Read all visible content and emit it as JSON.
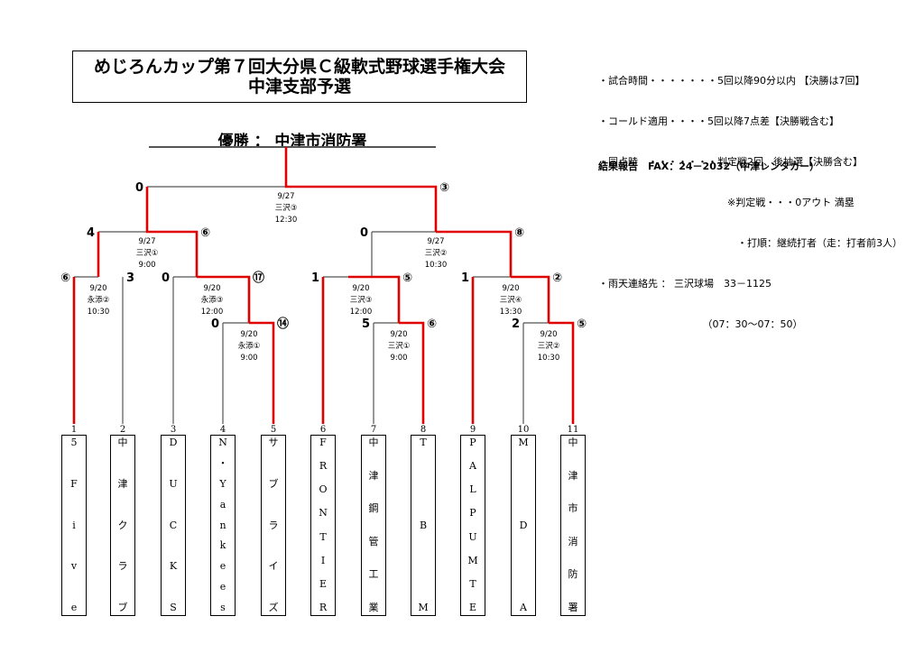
{
  "title": {
    "line1": "めじろんカップ第７回大分県Ｃ級軟式野球選手権大会",
    "line2": "中津支部予選"
  },
  "winner_text": "優勝 ： 中津市消防署",
  "rules": [
    "・試合時間・・・・・・・5回以降90分以内 【決勝は7回】",
    "・コールド適用・・・・5回以降7点差【決勝戦含む】",
    "・同点時　・・・・・・・判定戦2回、後抽選【決勝含む】",
    "　　　　　　　　　　　　　※判定戦・・・0アウト 満塁",
    "　　　　　　　　　　　　　　・打順：継続打者（走：打者前3人）",
    "・雨天連絡先 ： 三沢球場　33－1125",
    "　　　　　　　　　　　（07：30～07：50）"
  ],
  "result_report": "結果報告　FAX：24－2032（中津レンタカー）",
  "slots": [
    "1",
    "2",
    "3",
    "4",
    "5",
    "6",
    "7",
    "8",
    "9",
    "10",
    "11"
  ],
  "teams": [
    [
      "5",
      "F",
      "i",
      "v",
      "e"
    ],
    [
      "中",
      "津",
      "ク",
      "ラ",
      "ブ"
    ],
    [
      "D",
      "U",
      "C",
      "K",
      "S"
    ],
    [
      "N",
      "・",
      "Y",
      "a",
      "n",
      "k",
      "e",
      "e",
      "s"
    ],
    [
      "サ",
      "ブ",
      "ラ",
      "イ",
      "ズ"
    ],
    [
      "F",
      "R",
      "O",
      "N",
      "T",
      "I",
      "E",
      "R"
    ],
    [
      "中",
      "津",
      "鋼",
      "管",
      "工",
      "業"
    ],
    [
      "T",
      "B",
      "M"
    ],
    [
      "P",
      "A",
      "L",
      "P",
      "U",
      "M",
      "T",
      "E"
    ],
    [
      "M",
      "D",
      "A"
    ],
    [
      "中",
      "津",
      "市",
      "消",
      "防",
      "署"
    ]
  ],
  "matches": [
    {
      "id": "r1a",
      "date": "9/20",
      "venue": "永添①",
      "time": "9:00",
      "left_score": "0",
      "right_score": "⑭"
    },
    {
      "id": "r1b",
      "date": "9/20",
      "venue": "三沢①",
      "time": "9:00",
      "left_score": "5",
      "right_score": "⑥"
    },
    {
      "id": "r1c",
      "date": "9/20",
      "venue": "三沢②",
      "time": "10:30",
      "left_score": "2",
      "right_score": "⑤"
    },
    {
      "id": "r2a",
      "date": "9/20",
      "venue": "永添②",
      "time": "10:30",
      "left_score": "⑥",
      "right_score": "3"
    },
    {
      "id": "r2b",
      "date": "9/20",
      "venue": "永添③",
      "time": "12:00",
      "left_score": "0",
      "right_score": "⑰"
    },
    {
      "id": "r2c",
      "date": "9/20",
      "venue": "三沢③",
      "time": "12:00",
      "left_score": "1",
      "right_score": "⑤"
    },
    {
      "id": "r2d",
      "date": "9/20",
      "venue": "三沢④",
      "time": "13:30",
      "left_score": "1",
      "right_score": "②"
    },
    {
      "id": "qfa",
      "date": "9/27",
      "venue": "三沢①",
      "time": "9:00",
      "left_score": "4",
      "right_score": "⑥"
    },
    {
      "id": "qfb",
      "date": "9/27",
      "venue": "三沢②",
      "time": "10:30",
      "left_score": "0",
      "right_score": "⑧"
    },
    {
      "id": "final",
      "date": "9/27",
      "venue": "三沢③",
      "time": "12:30",
      "left_score": "0",
      "right_score": "③"
    }
  ],
  "colors": {
    "win": "#e00000",
    "lose": "#555555"
  }
}
